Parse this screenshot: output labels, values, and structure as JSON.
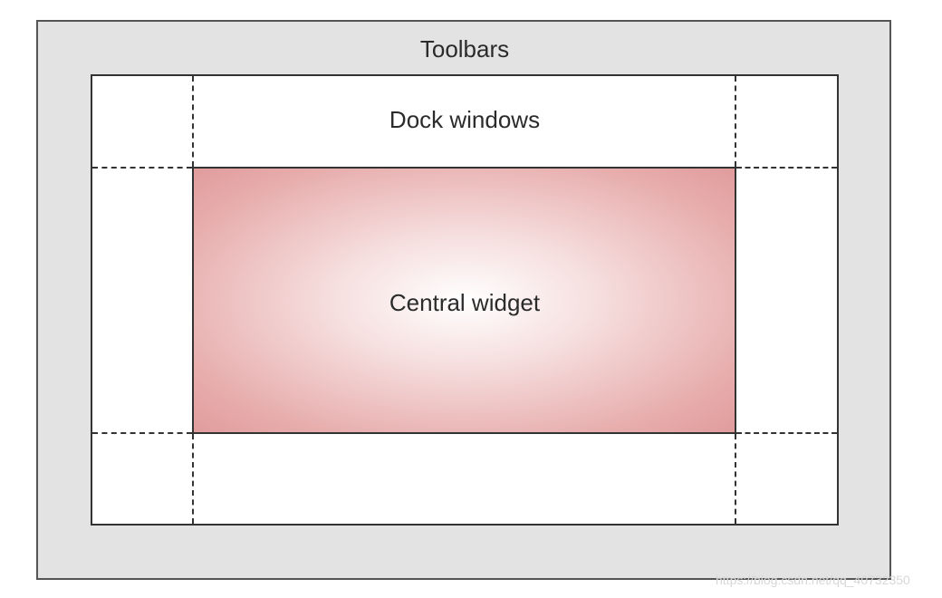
{
  "diagram": {
    "toolbars_label": "Toolbars",
    "dock_windows_label": "Dock windows",
    "central_widget_label": "Central widget",
    "watermark": "https://blog.csdn.net/qq_40732350"
  },
  "colors": {
    "toolbar_fill": "#e3e3e3",
    "dock_fill": "#ffffff",
    "central_gradient_center": "#ffffff",
    "central_gradient_edge": "#e19c9c",
    "line": "#333333"
  }
}
